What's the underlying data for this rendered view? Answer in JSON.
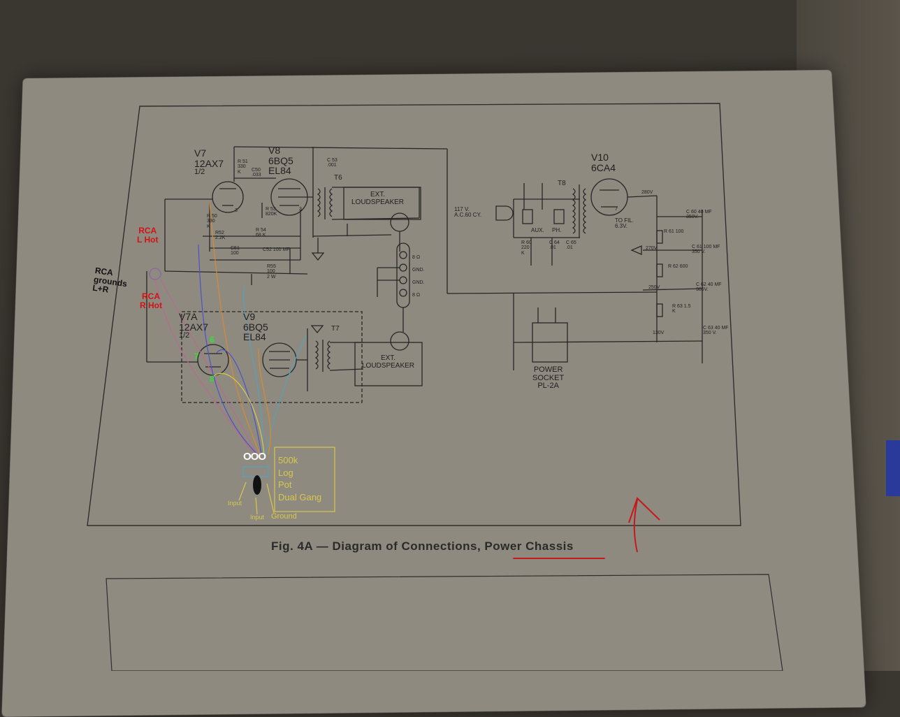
{
  "caption": {
    "prefix": "Fig. 4A — Diagram of Connections, ",
    "highlight": "Power Chassis"
  },
  "tubes": [
    {
      "id": "V7",
      "type": "12AX7",
      "fraction": "1/2"
    },
    {
      "id": "V8",
      "types": [
        "6BQ5",
        "EL84"
      ]
    },
    {
      "id": "V7A",
      "type": "12AX7",
      "fraction": "1/2"
    },
    {
      "id": "V9",
      "types": [
        "6BQ5",
        "EL84"
      ]
    },
    {
      "id": "V10",
      "type": "6CA4"
    }
  ],
  "labels": {
    "ext_speaker_top": [
      "EXT.",
      "LOUDSPEAKER"
    ],
    "ext_speaker_bottom": [
      "EXT.",
      "LOUDSPEAKER"
    ],
    "power_socket": [
      "POWER",
      "SOCKET",
      "PL-2A"
    ],
    "ac_in": [
      "117 V.",
      "A.C.60 CY."
    ],
    "to_fil": [
      "TO FIL.",
      "6.3V."
    ],
    "aux": "AUX.",
    "ph": "PH.",
    "t6": "T6",
    "t7": "T7",
    "t8": "T8",
    "terminals": [
      "8 Ω",
      "GND.",
      "GND.",
      "8 Ω"
    ],
    "voltages": [
      "280V",
      "270V",
      "250V",
      "130V"
    ],
    "caps": [
      "C 60 40 MF 350V.",
      "C 61 100 MF 350 V.",
      "C 62 40 MF 305V.",
      "C 63 40 MF 350 V."
    ],
    "res_right": [
      "R 61 100",
      "R 62 600",
      "R 63 1.5 K"
    ],
    "c53": [
      "C 53",
      ".001"
    ],
    "r51": [
      "R 51",
      "330",
      "K"
    ],
    "c50": [
      "C50",
      ".033"
    ],
    "r53": [
      "R 53",
      "820K"
    ],
    "r54": [
      "R 54",
      "68 K"
    ],
    "r52": [
      "R52",
      "2.2K"
    ],
    "r50": [
      "R 50",
      "330",
      "K"
    ],
    "c51": [
      "C51",
      "100"
    ],
    "c52": [
      "C52",
      "100",
      "MF"
    ],
    "r55": [
      "R55",
      "100",
      "2 W"
    ],
    "r60": [
      "R 60",
      "220",
      "K"
    ],
    "c64": [
      "C 64",
      ".01"
    ],
    "c65": [
      "C 65",
      ".01"
    ],
    "pin_3a": "3",
    "pin_3b": "3",
    "pin_7": "7"
  },
  "annotations": {
    "rca_l_hot": [
      "RCA",
      "L Hot"
    ],
    "rca_grounds": [
      "RCA",
      "grounds",
      "L+R"
    ],
    "rca_r_hot": [
      "RCA",
      "R Hot"
    ],
    "pins": [
      "6",
      "7",
      "8"
    ],
    "pot_box": [
      "500k",
      "Log",
      "Pot",
      "Dual Gang"
    ],
    "pot_leads": [
      "Input",
      "Input",
      "Ground"
    ],
    "pot_icon": "OOO"
  },
  "colors": {
    "paper": "#8e8a80",
    "ink": "#262626",
    "red": "#d01414",
    "green": "#35e035",
    "yellow": "#d8c84a",
    "blue": "#4a52c8",
    "orange": "#d88a30",
    "cyan": "#5aa0b8",
    "pink": "#b86a90"
  }
}
